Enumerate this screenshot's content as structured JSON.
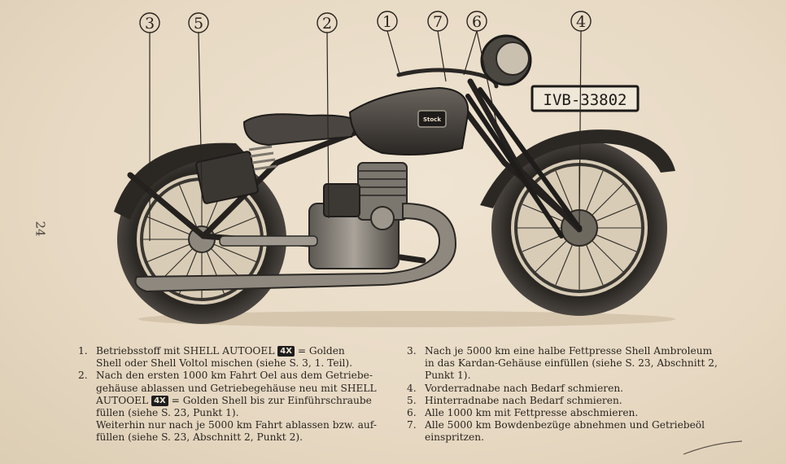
{
  "page_number": "24",
  "callouts": [
    "1",
    "7",
    "6",
    "2",
    "5",
    "3",
    "4"
  ],
  "illustration": {
    "license_plate": "IVB-33802",
    "tank_badge": "Stock"
  },
  "captions": {
    "left": [
      {
        "num": "1.",
        "lines": [
          "Betriebsstoff mit SHELL AUTOOEL",
          "= Golden",
          "Shell oder Shell Voltol mischen (siehe S. 3, 1. Teil)."
        ],
        "logo": "4X"
      },
      {
        "num": "2.",
        "lines": [
          "Nach den ersten 1000 km Fahrt Oel aus dem Getriebe-",
          "gehäuse ablassen und Getriebegehäuse neu mit SHELL",
          "AUTOOEL",
          "= Golden Shell bis zur Einführschraube",
          "füllen (siehe S. 23, Punkt 1)."
        ],
        "logo": "4X"
      },
      {
        "num": "",
        "lines": [
          "Weiterhin nur nach je 5000 km Fahrt ablassen bzw. auf-",
          "füllen (siehe S. 23, Abschnitt 2, Punkt 2)."
        ]
      }
    ],
    "right": [
      {
        "num": "3.",
        "lines": [
          "Nach je 5000 km eine halbe Fettpresse Shell Ambroleum",
          "in das Kardan-Gehäuse einfüllen (siehe S. 23, Abschnitt 2,",
          "Punkt 1)."
        ]
      },
      {
        "num": "4.",
        "lines": [
          "Vorderradnabe nach Bedarf schmieren."
        ]
      },
      {
        "num": "5.",
        "lines": [
          "Hinterradnabe nach Bedarf schmieren."
        ]
      },
      {
        "num": "6.",
        "lines": [
          "Alle 1000 km mit Fettpresse abschmieren."
        ]
      },
      {
        "num": "7.",
        "lines": [
          "Alle 5000 km Bowdenbezüge abnehmen und Getriebeöl",
          "einspritzen."
        ]
      }
    ]
  }
}
